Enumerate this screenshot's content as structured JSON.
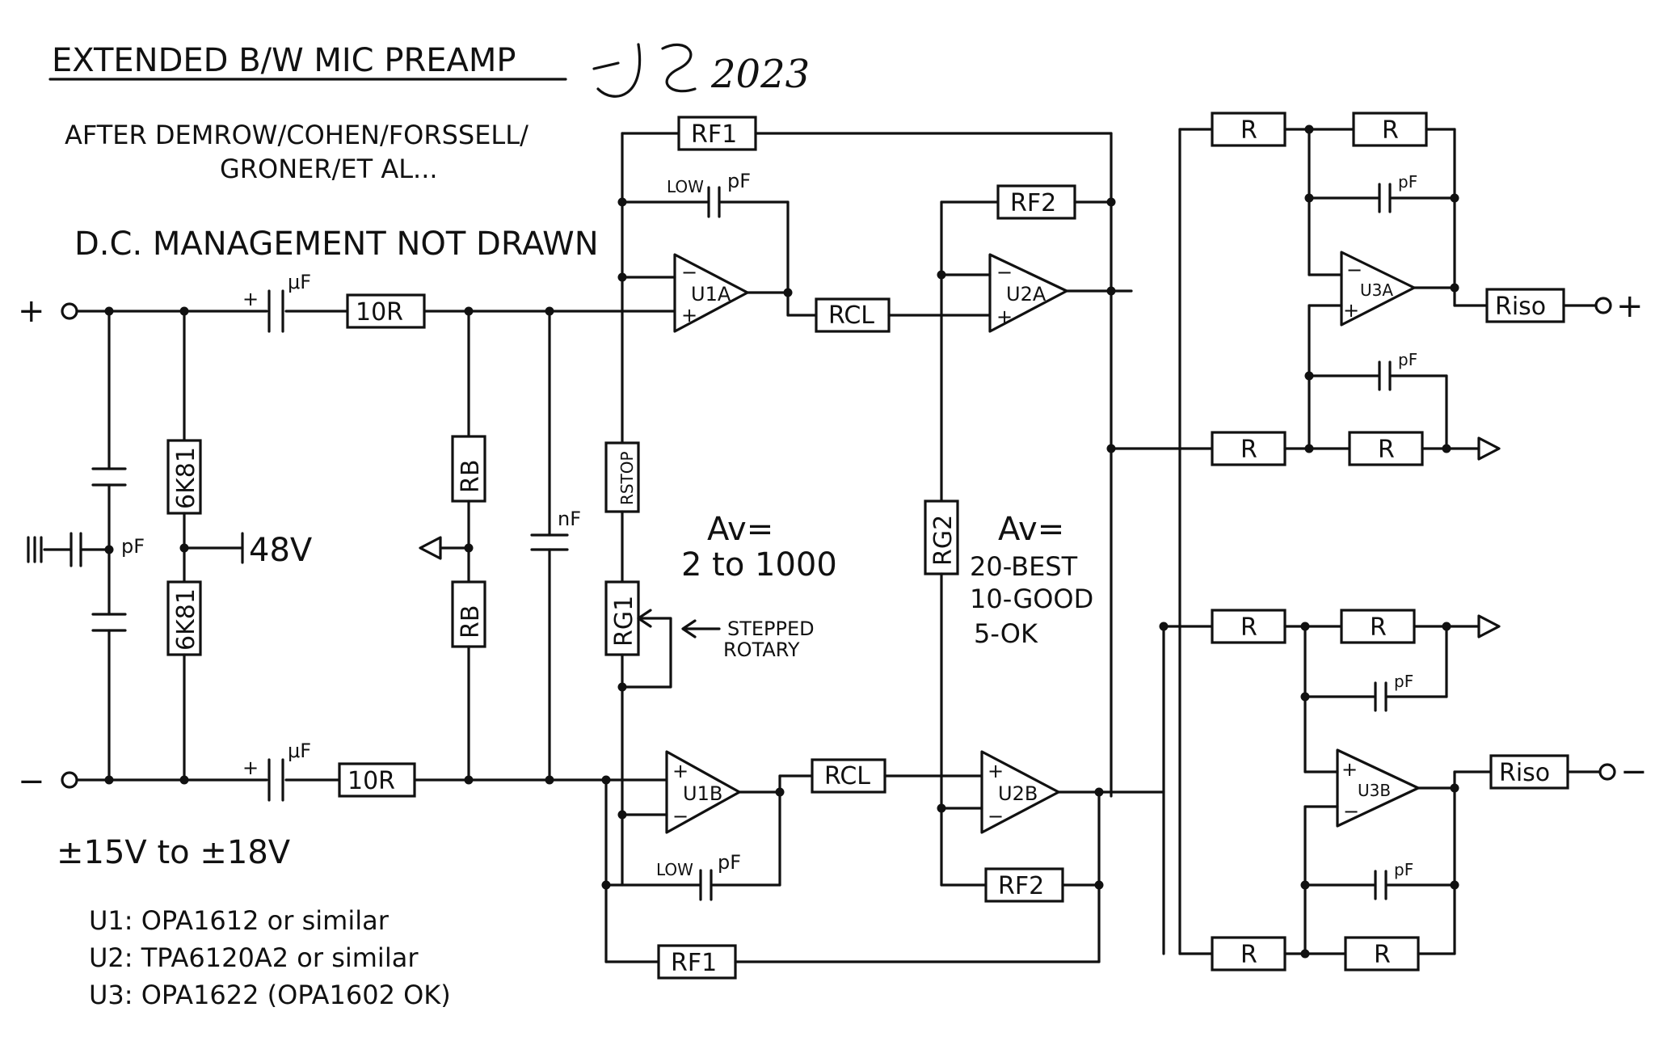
{
  "title": "EXTENDED B/W MIC PREAMP",
  "signature_year": "2023",
  "credit_line1": "AFTER DEMROW/COHEN/FORSSELL/",
  "credit_line2": "GRONER/ET AL...",
  "dc_note": "D.C. MANAGEMENT NOT DRAWN",
  "supply": "±15V to ±18V",
  "parts": [
    "U1: OPA1612 or similar",
    "U2: TPA6120A2 or similar",
    "U3: OPA1622 (OPA1602 OK)"
  ],
  "stage1_gain": {
    "line1": "Av=",
    "line2": "2 to 1000"
  },
  "stage2_gain": {
    "line1": "Av=",
    "line2": "20-BEST",
    "line3": "10-GOOD",
    "line4": "5-OK"
  },
  "stepped_label": {
    "line1": "STEPPED",
    "line2": "ROTARY"
  },
  "phantom": "48V",
  "terminals": {
    "in_plus": "+",
    "in_minus": "−",
    "out_plus": "+",
    "out_minus": "−"
  },
  "labels": {
    "uF": "μF",
    "pF": "pF",
    "nF": "nF",
    "low": "LOW",
    "r10": "10R",
    "r6k81": "6K81",
    "rb": "RB",
    "rstop": "RSTOP",
    "rg1": "RG1",
    "rg2": "RG2",
    "rf1": "RF1",
    "rf2": "RF2",
    "rcl": "RCL",
    "r": "R",
    "riso": "Riso",
    "u1a": "U1A",
    "u1b": "U1B",
    "u2a": "U2A",
    "u2b": "U2B",
    "u3a": "U3A",
    "u3b": "U3B",
    "minus": "−",
    "plus": "+"
  }
}
